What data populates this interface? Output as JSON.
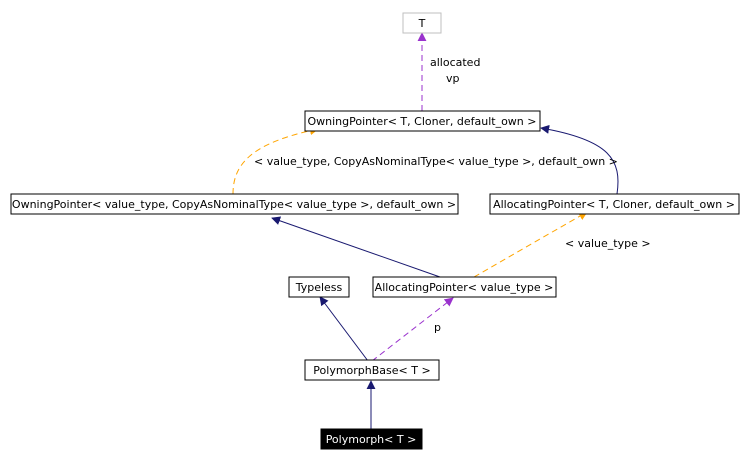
{
  "diagram": {
    "colors": {
      "solid_edge": "#191970",
      "template_edge": "#ffa500",
      "usage_edge": "#9a32cd",
      "node_border": "#000000",
      "template_param_border": "#bfbfbf",
      "focus_fill": "#000000",
      "focus_text": "#ffffff"
    },
    "nodes": {
      "t": "T",
      "owning_pointer_cloner": "OwningPointer< T, Cloner, default_own >",
      "owning_pointer_value": "OwningPointer< value_type, CopyAsNominalType< value_type >, default_own >",
      "allocating_pointer_cloner": "AllocatingPointer< T, Cloner, default_own >",
      "typeless": "Typeless",
      "allocating_pointer_value": "AllocatingPointer< value_type >",
      "polymorph_base": "PolymorphBase< T >",
      "polymorph": "Polymorph< T >"
    },
    "edge_labels": {
      "allocated": "allocated",
      "vp": "vp",
      "owning_template_args": "< value_type, CopyAsNominalType< value_type >, default_own >",
      "allocating_template_args": "< value_type >",
      "p": "p"
    }
  }
}
